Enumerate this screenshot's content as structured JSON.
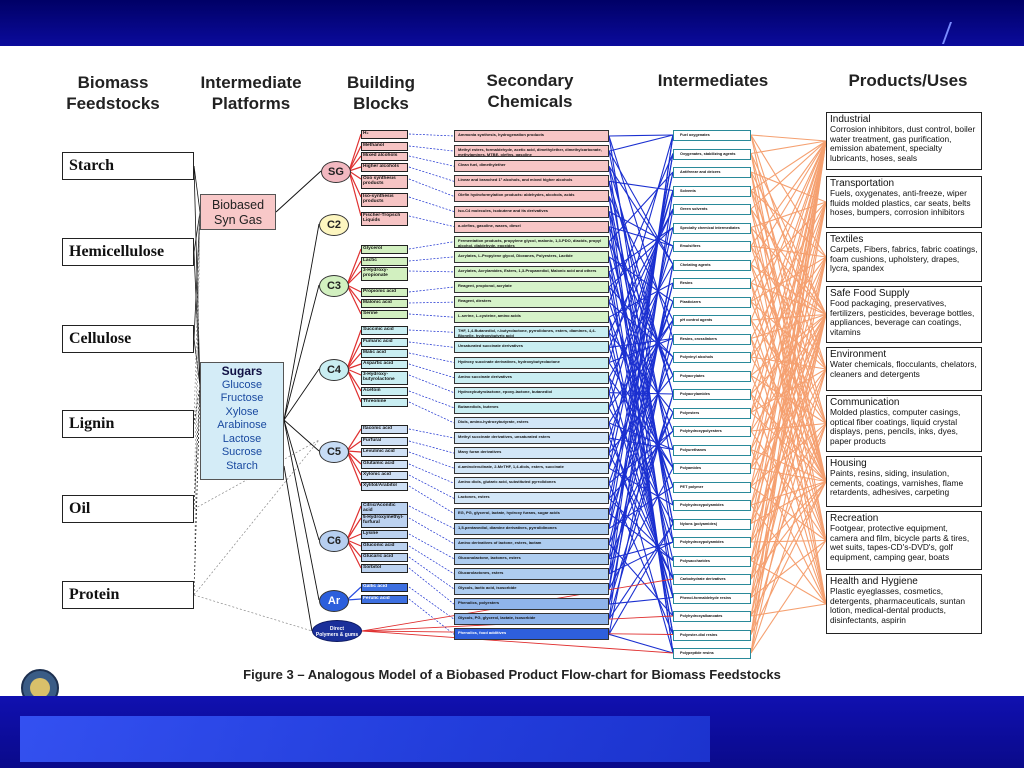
{
  "headers": {
    "feedstocks": "Biomass\nFeedstocks",
    "platforms": "Intermediate\nPlatforms",
    "blocks": "Building\nBlocks",
    "secondary": "Secondary\nChemicals",
    "intermediates": "Intermediates",
    "products": "Products/Uses"
  },
  "feedstocks": [
    "Starch",
    "Hemicellulose",
    "Cellulose",
    "Lignin",
    "Oil",
    "Protein"
  ],
  "platforms": {
    "syngas": "Biobased\nSyn Gas",
    "sugars_title": "Sugars",
    "sugars": [
      "Glucose",
      "Fructose",
      "Xylose",
      "Arabinose",
      "Lactose",
      "Sucrose",
      "Starch"
    ]
  },
  "building_blocks": [
    "SG",
    "C2",
    "C3",
    "C4",
    "C5",
    "C6",
    "Ar"
  ],
  "direct": "Direct\nPolymers & gums",
  "block_items": [
    {
      "group": "SG",
      "text": "H₂"
    },
    {
      "group": "SG",
      "text": "Methanol"
    },
    {
      "group": "SG",
      "text": "Mixed alcohols"
    },
    {
      "group": "SG",
      "text": "Higher alcohols"
    },
    {
      "group": "SG",
      "text": "Oxo synthesis products"
    },
    {
      "group": "SG",
      "text": "Iso-synthesis products"
    },
    {
      "group": "SG",
      "text": "Fischer-Tropsch Liquids"
    },
    {
      "group": "C3",
      "text": "Glycerol"
    },
    {
      "group": "C3",
      "text": "Lactic"
    },
    {
      "group": "C3",
      "text": "3-Hydroxy-propionate"
    },
    {
      "group": "C3",
      "text": "Propionic acid"
    },
    {
      "group": "C3",
      "text": "Malonic acid"
    },
    {
      "group": "C3",
      "text": "Serine"
    },
    {
      "group": "C4",
      "text": "Succinic acid"
    },
    {
      "group": "C4",
      "text": "Fumaric acid"
    },
    {
      "group": "C4",
      "text": "Malic acid"
    },
    {
      "group": "C4",
      "text": "Aspartic acid"
    },
    {
      "group": "C4",
      "text": "3-Hydroxy-butyrolactone"
    },
    {
      "group": "C4",
      "text": "Acetoin"
    },
    {
      "group": "C4",
      "text": "Threonine"
    },
    {
      "group": "C5",
      "text": "Itaconic acid"
    },
    {
      "group": "C5",
      "text": "Furfural"
    },
    {
      "group": "C5",
      "text": "Levulinic acid"
    },
    {
      "group": "C5",
      "text": "Glutamic acid"
    },
    {
      "group": "C5",
      "text": "Xylonic acid"
    },
    {
      "group": "C5",
      "text": "Xylitol/Arabitol"
    },
    {
      "group": "C6",
      "text": "Citric/Aconitic acid"
    },
    {
      "group": "C6",
      "text": "5-Hydroxymethyl-furfural"
    },
    {
      "group": "C6",
      "text": "Lysine"
    },
    {
      "group": "C6",
      "text": "Gluconic acid"
    },
    {
      "group": "C6",
      "text": "Glucaric acid"
    },
    {
      "group": "C6",
      "text": "Sorbitol"
    },
    {
      "group": "Ar",
      "text": "Gallic acid"
    },
    {
      "group": "Ar",
      "text": "Ferulic acid"
    }
  ],
  "secondary": [
    {
      "c": "#f7c6c6",
      "text": "Ammonia synthesis, hydrogenation products"
    },
    {
      "c": "#f7c6c6",
      "text": "Methyl esters, formaldehyde, acetic acid, dimethylether, dimethylcarbonate, methylamines, MTBE, olefins, gasoline"
    },
    {
      "c": "#f7c6c6",
      "text": "Clean fuel, dimethylether"
    },
    {
      "c": "#f7c6c6",
      "text": "Linear and branched 1° alcohols, and mixed higher alcohols"
    },
    {
      "c": "#f7c6c6",
      "text": "Olefin hydroformylation products: aldehydes, alcohols, acids"
    },
    {
      "c": "#f7c6c6",
      "text": "Iso-C4 molecules, isobutene and its derivatives"
    },
    {
      "c": "#f7c6c6",
      "text": "a-olefins, gasoline, waxes, diesel"
    },
    {
      "c": "#d6f3c9",
      "text": "Fermentation products, propylene glycol, malonic, 1,3-PDO, diacids, propyl alcohol, dialdehyde, epoxides"
    },
    {
      "c": "#d6f3c9",
      "text": "Acrylates, L-Propylene glycol, Dioxanes, Polyesters, Lactide"
    },
    {
      "c": "#d6f3c9",
      "text": "Acrylates, Acrylamides, Esters, 1,3-Propanediol, Malonic acid and others"
    },
    {
      "c": "#d6f3c9",
      "text": "Reagent, propionol, acrylate"
    },
    {
      "c": "#d6f3c9",
      "text": "Reagent, diesters"
    },
    {
      "c": "#d6f3c9",
      "text": "L-serine, L-cysteine, amino acids"
    },
    {
      "c": "#c9eef2",
      "text": "THF, 1,4-Butanediol, r-butyrolactone, pyrrolidones, esters, diamines, 4,4-Bionelle, hydroxybutyric acid"
    },
    {
      "c": "#c9eef2",
      "text": "Unsaturated succinate derivatives"
    },
    {
      "c": "#c9eef2",
      "text": "Hydroxy succinate derivatives, hydroxybutyrolactone"
    },
    {
      "c": "#c9eef2",
      "text": "Amino succinate derivatives"
    },
    {
      "c": "#c9eef2",
      "text": "Hydroxybutyrolactone, epoxy-lactone, butanediol"
    },
    {
      "c": "#c9eef2",
      "text": "Butanediols, butenes"
    },
    {
      "c": "#d2e6f7",
      "text": "Diols, amino-hydroxybutyrate, esters"
    },
    {
      "c": "#d2e6f7",
      "text": "Methyl succinate derivatives, unsaturated esters"
    },
    {
      "c": "#d2e6f7",
      "text": "Many furan derivatives"
    },
    {
      "c": "#d2e6f7",
      "text": "d-aminolevulinate, 2-MeTHF, 1,4-diols, esters, succinate"
    },
    {
      "c": "#d2e6f7",
      "text": "Amino diols, glutaric acid, substituted pyrrolidones"
    },
    {
      "c": "#d2e6f7",
      "text": "Lactones, esters"
    },
    {
      "c": "#aecdf0",
      "text": "EG, PG, glycerol, lactate, hydroxy furans, sugar acids"
    },
    {
      "c": "#aecdf0",
      "text": "1,5-pentanediol, diamine derivatives, pyrrolidinones"
    },
    {
      "c": "#aecdf0",
      "text": "Amino derivatives of lactone, esters, lactam"
    },
    {
      "c": "#aecdf0",
      "text": "Gluconolactone, lactones, esters"
    },
    {
      "c": "#aecdf0",
      "text": "Glucarolactones, esters"
    },
    {
      "c": "#aecdf0",
      "text": "Glycols, lactic acid, isosorbide"
    },
    {
      "c": "#8fb4ea",
      "text": "Phenolics, polyesters"
    },
    {
      "c": "#8fb4ea",
      "text": "Glycols, PG, glycerol, lactate, isosorbide"
    },
    {
      "c": "#2e5fdc",
      "text": "Phenolics, food additives"
    }
  ],
  "intermediates": [
    "Fuel oxygenates",
    "Oxygenates, stabilizing agents",
    "Antifreeze and deicers",
    "Solvents",
    "Green solvents",
    "Specialty chemical intermediates",
    "Emulsifiers",
    "Chelating agents",
    "Resins",
    "Plasticizers",
    "pH control agents",
    "Resins, crosslinkers",
    "Polyvinyl alcohols",
    "Polyacrylates",
    "Polyacrylamides",
    "Polyesters",
    "Polyhydroxypolyesters",
    "Polyurethanes",
    "Polyamides",
    "PET polymer",
    "Polyhydroxypolyamides",
    "Nylons (polyamides)",
    "Polyhydroxypolyamides",
    "Polysaccharides",
    "Carbohydrate derivatives",
    "Phenol-formaldehyde resins",
    "Polyhydroxyalkanoates",
    "Polyester-diol resins",
    "Polypeptide resins"
  ],
  "products": [
    {
      "title": "Industrial",
      "desc": "Corrosion inhibitors, dust control, boiler water treatment, gas purification, emission abatement, specialty lubricants, hoses, seals"
    },
    {
      "title": "Transportation",
      "desc": "Fuels, oxygenates, anti-freeze, wiper fluids molded plastics, car seats, belts hoses, bumpers, corrosion inhibitors"
    },
    {
      "title": "Textiles",
      "desc": "Carpets, Fibers, fabrics, fabric coatings, foam cushions, upholstery, drapes, lycra, spandex"
    },
    {
      "title": "Safe Food Supply",
      "desc": "Food packaging, preservatives, fertilizers, pesticides, beverage bottles, appliances, beverage can coatings, vitamins"
    },
    {
      "title": "Environment",
      "desc": "Water chemicals, flocculants, chelators, cleaners and detergents"
    },
    {
      "title": "Communication",
      "desc": "Molded plastics, computer casings, optical fiber coatings, liquid crystal displays, pens, pencils, inks, dyes, paper products"
    },
    {
      "title": "Housing",
      "desc": "Paints, resins, siding, insulation, cements, coatings, varnishes, flame retardents, adhesives, carpeting"
    },
    {
      "title": "Recreation",
      "desc": "Footgear, protective equipment, camera and film, bicycle parts & tires, wet suits, tapes-CD's-DVD's, golf equipment, camping gear, boats"
    },
    {
      "title": "Health and Hygiene",
      "desc": "Plastic eyeglasses, cosmetics, detergents, pharmaceuticals, suntan lotion, medical-dental products, disinfectants, aspirin"
    }
  ],
  "caption": "Figure 3 – Analogous Model of a Biobased Product Flow-chart for Biomass Feedstocks",
  "colors": {
    "syngas": "#f8c8c8",
    "sugars": "#d4ecf7",
    "bb_sg": "#f2b8c0",
    "bb_c3": "#d2f0c0",
    "bb_c4": "#c9eef2",
    "bb_c5": "#c7dcf5",
    "bb_c6": "#b7cff0",
    "bb_ar": "#2c5fdc",
    "blue_line": "#1a2fd0",
    "orange_line": "#f5a070",
    "red_line": "#e03030"
  }
}
